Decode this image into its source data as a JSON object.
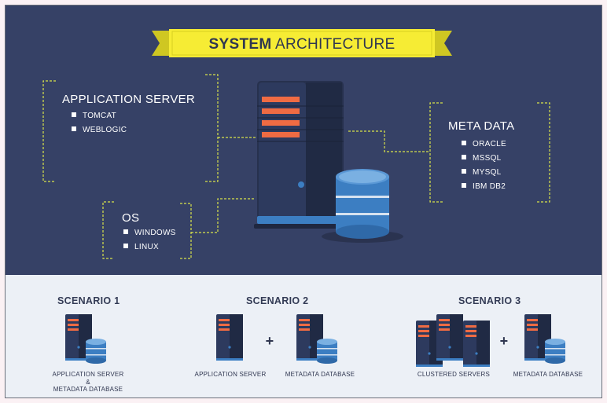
{
  "title": {
    "bold": "SYSTEM",
    "light": " ARCHITECTURE"
  },
  "app_server": {
    "title": "APPLICATION SERVER",
    "items": [
      "TOMCAT",
      "WEBLOGIC"
    ]
  },
  "meta_data": {
    "title": "META DATA",
    "items": [
      "ORACLE",
      "MSSQL",
      "MYSQL",
      "IBM DB2"
    ]
  },
  "os": {
    "title": "OS",
    "items": [
      "WINDOWS",
      "LINUX"
    ]
  },
  "scenarios": [
    {
      "title": "SCENARIO 1",
      "labels": [
        "APPLICATION SERVER",
        "&",
        "METADATA DATABASE"
      ]
    },
    {
      "title": "SCENARIO 2",
      "labels": [
        "APPLICATION SERVER",
        "+",
        "METADATA DATABASE"
      ]
    },
    {
      "title": "SCENARIO 3",
      "labels": [
        "CLUSTERED SERVERS",
        "+",
        "METADATA DATABASE"
      ]
    }
  ],
  "colors": {
    "background_top": "#364166",
    "background_bottom": "#ecf0f6",
    "banner": "#f6ec34",
    "dashed_line": "#d8e24a",
    "server_accent": "#ef6b43",
    "db_blue": "#3c7ec2"
  }
}
